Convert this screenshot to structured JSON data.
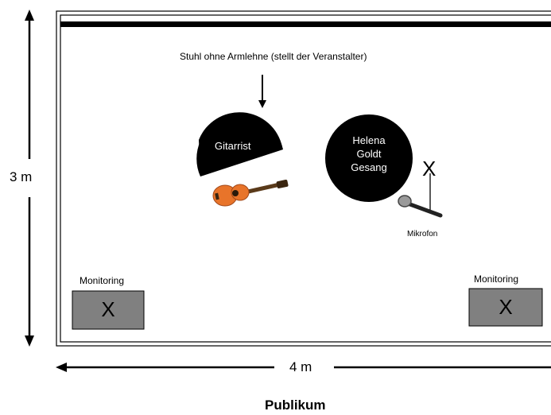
{
  "stage": {
    "chair_note": "Stuhl ohne Armlehne (stellt der Veranstalter)",
    "guitarist": "Gitarrist",
    "singer": {
      "line1": "Helena",
      "line2": "Goldt",
      "line3": "Gesang"
    },
    "mic_mark": "X",
    "microphone": "Mikrofon",
    "monitor_left": {
      "label": "Monitoring",
      "mark": "X"
    },
    "monitor_right": {
      "label": "Monitoring",
      "mark": "X"
    }
  },
  "dimensions": {
    "depth": "3 m",
    "width": "4 m"
  },
  "audience": "Publikum",
  "colors": {
    "monitor_fill": "#808080",
    "guitar_body": "#e8742a",
    "black": "#000000"
  }
}
